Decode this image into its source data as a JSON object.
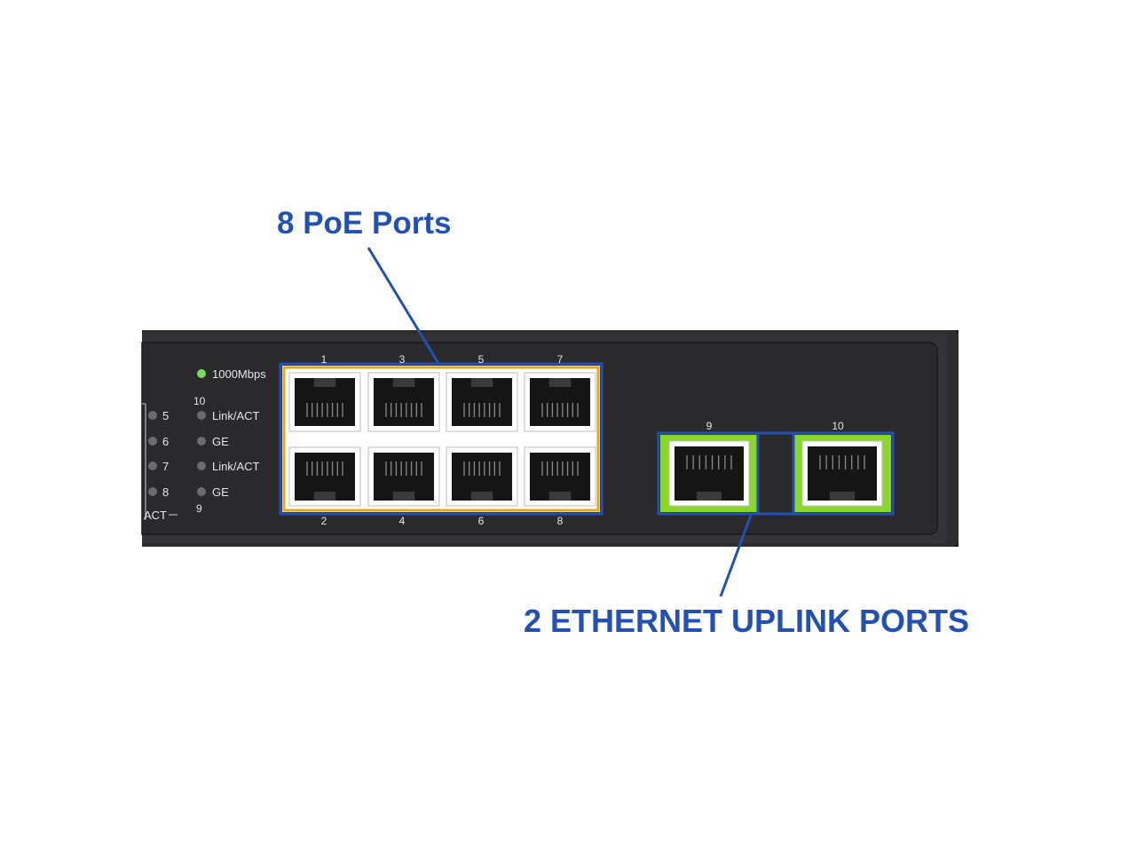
{
  "callouts": {
    "poe": "8 PoE Ports",
    "uplink": "2 ETHERNET UPLINK PORTS"
  },
  "leds": {
    "speed": "1000Mbps",
    "port10": "10",
    "port9": "9",
    "rows": [
      "Link/ACT",
      "GE",
      "Link/ACT",
      "GE"
    ],
    "left_numbers": [
      "5",
      "6",
      "7",
      "8"
    ],
    "left_act": "ACT"
  },
  "poe_ports": {
    "top": [
      "1",
      "3",
      "5",
      "7"
    ],
    "bottom": [
      "2",
      "4",
      "6",
      "8"
    ]
  },
  "uplink_ports": [
    "9",
    "10"
  ],
  "colors": {
    "callout_text": "#2350b5",
    "highlight_frame": "#2350b5",
    "poe_inner": "#e0a81a",
    "uplink_inner": "#8bd62a",
    "chassis": "#2b2b2d",
    "led_on": "#7ed957"
  }
}
